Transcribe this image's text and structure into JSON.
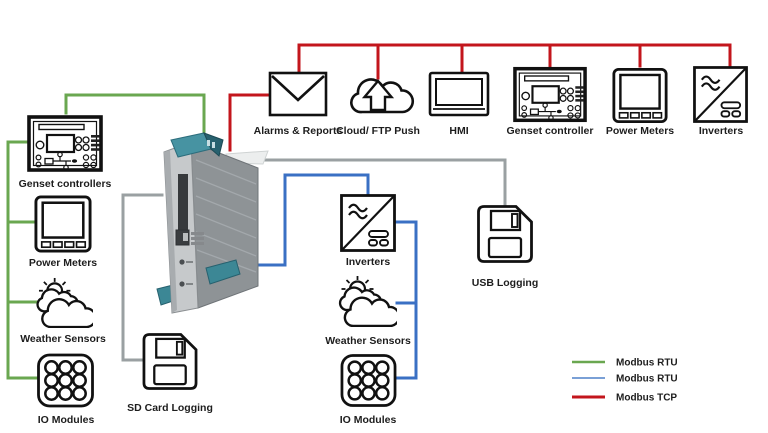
{
  "diagram": {
    "title_hint": "Data logger connectivity diagram",
    "left_column": {
      "items": [
        {
          "label": "Genset controllers"
        },
        {
          "label": "Power Meters"
        },
        {
          "label": "Weather Sensors"
        },
        {
          "label": "IO Modules"
        }
      ]
    },
    "top_row": {
      "items": [
        {
          "label": "Alarms & Reports"
        },
        {
          "label": "Cloud/ FTP Push"
        },
        {
          "label": "HMI"
        },
        {
          "label": "Genset controller"
        },
        {
          "label": "Power Meters"
        },
        {
          "label": "Inverters"
        }
      ]
    },
    "middle_column": {
      "items": [
        {
          "label": "Inverters"
        },
        {
          "label": "Weather Sensors"
        },
        {
          "label": "IO Modules"
        }
      ]
    },
    "logging": {
      "sd": "SD Card Logging",
      "usb": "USB Logging"
    },
    "legend": {
      "items": [
        {
          "label": "Modbus RTU",
          "color": "#6aa750"
        },
        {
          "label": "Modbus RTU",
          "color": "#7aa0d6"
        },
        {
          "label": "Modbus TCP",
          "color": "#c3161c"
        }
      ]
    },
    "colors": {
      "rtu_serial": "#6aa750",
      "rtu_blue": "#3a70c4",
      "tcp": "#c3161c",
      "logging": "#9aa0a2"
    }
  }
}
